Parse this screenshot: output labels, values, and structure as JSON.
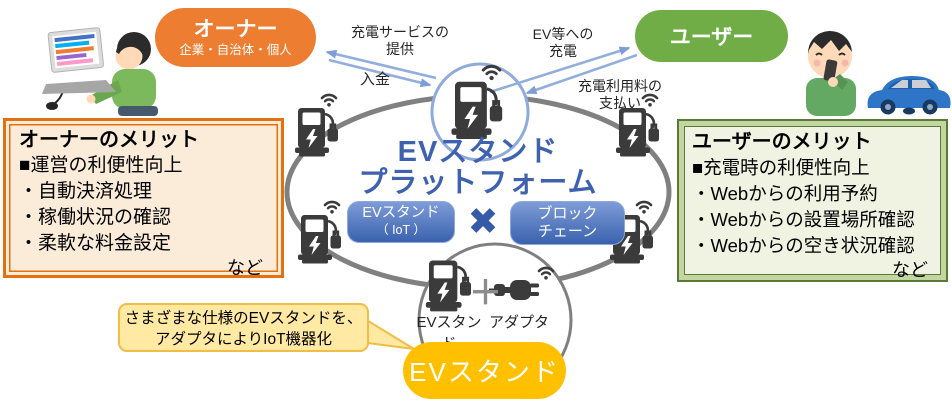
{
  "owner": {
    "title": "オーナー",
    "subtitle": "企業・自治体・個人"
  },
  "user": {
    "title": "ユーザー"
  },
  "flows": {
    "service_line1": "充電サービスの",
    "service_line2": "提供",
    "deposit": "入金",
    "charge_line1": "EV等への",
    "charge_line2": "充電",
    "fee_line1": "充電利用料の",
    "fee_line2": "支払い"
  },
  "platform": {
    "title_line1": "EVスタンド",
    "title_line2": "プラットフォーム",
    "left_component_line1": "EVスタンド",
    "left_component_line2": "（ IoT ）",
    "cross": "✖",
    "right_component_line1": "ブロック",
    "right_component_line2": "チェーン"
  },
  "owner_merit": {
    "title": "オーナーのメリット",
    "items": [
      "■運営の利便性向上",
      "・自動決済処理",
      "・稼働状況の確認",
      "・柔軟な料金設定"
    ],
    "footer": "など"
  },
  "user_merit": {
    "title": "ユーザーのメリット",
    "items": [
      "■充電時の利便性向上",
      "・Webからの利用予約",
      "・Webからの設置場所確認",
      "・Webからの空き状況確認"
    ],
    "footer": "など"
  },
  "detail": {
    "stand_label": "EVスタンド",
    "plus": "＋",
    "adapter_label": "アダプタ",
    "pill": "EVスタンド"
  },
  "callout": {
    "line1": "さまざまな仕様のEVスタンドを、",
    "line2": "アダプタによりIoT機器化"
  },
  "icons": {
    "ev_stand": "ev-charging-station-icon",
    "wifi": "wifi-signal-icon",
    "adapter": "iot-adapter-plug-icon",
    "laptop_user": "owner-at-laptop-illustration",
    "phone_user": "user-with-smartphone-illustration",
    "car": "blue-ev-car-illustration"
  },
  "colors": {
    "owner_orange": "#ED7D31",
    "user_green": "#70AD47",
    "platform_blue": "#3E62B0",
    "component_blue": "#3A62AE",
    "stand_yellow": "#FFC000",
    "callout_yellow": "#FFE9A3",
    "ellipse_gray": "#808080",
    "arrow_blue": "#92AEDC",
    "icon_dark": "#3B3B3B"
  }
}
